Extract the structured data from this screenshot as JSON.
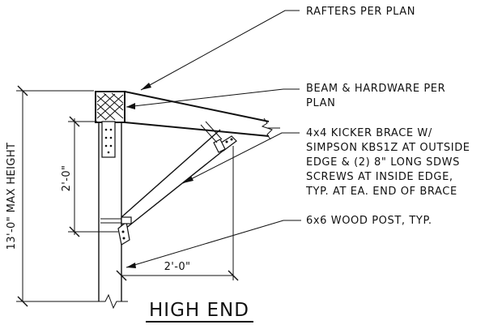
{
  "callouts": {
    "rafters": "RAFTERS PER PLAN",
    "beam_line1": "BEAM & HARDWARE PER",
    "beam_line2": "PLAN",
    "kicker_line1": "4x4 KICKER BRACE W/",
    "kicker_line2": "SIMPSON KBS1Z AT OUTSIDE",
    "kicker_line3": "EDGE & (2) 8\" LONG SDWS",
    "kicker_line4": "SCREWS AT INSIDE EDGE,",
    "kicker_line5": "TYP. AT EA. END OF BRACE",
    "post": "6x6 WOOD POST, TYP."
  },
  "dimensions": {
    "max_height": "13'-0\" MAX HEIGHT",
    "vertical_brace": "2'-0\"",
    "horizontal_brace": "2'-0\""
  },
  "title": "HIGH END"
}
